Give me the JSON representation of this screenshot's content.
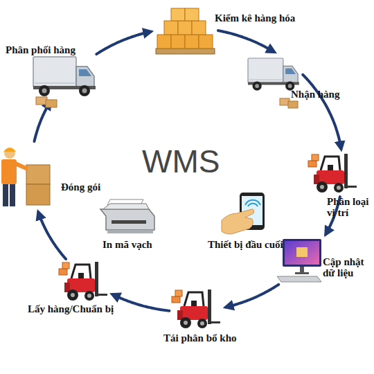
{
  "diagram": {
    "nodes": [
      {
        "text": [
          "Kiểm kê hàng hóa"
        ]
      },
      {
        "text": [
          "Nhận hàng"
        ]
      },
      {
        "text": [
          "Phân loại vị trí"
        ]
      },
      {
        "text": [
          "Cập nhật dữ liệu"
        ]
      },
      {
        "text": [
          "Tái phân bổ kho"
        ]
      },
      {
        "text": [
          "Lấy hàng/Chuẩn bị"
        ]
      },
      {
        "text": [
          "Đóng gói"
        ]
      },
      {
        "text": [
          "Phân phối hàng"
        ]
      }
    ],
    "edges": [
      {
        "from": 0,
        "to": 1,
        "arrow": "to"
      },
      {
        "from": 1,
        "to": 2,
        "arrow": "to"
      },
      {
        "from": 2,
        "to": 3,
        "arrow": "to"
      },
      {
        "from": 3,
        "to": 4,
        "arrow": "to"
      },
      {
        "from": 4,
        "to": 5,
        "arrow": "to"
      },
      {
        "from": 5,
        "to": 6,
        "arrow": "to"
      },
      {
        "from": 6,
        "to": 7,
        "arrow": "to"
      },
      {
        "from": 7,
        "to": 0,
        "arrow": "to"
      }
    ],
    "labels": [
      "WMS",
      "In mã vạch",
      "Thiết bị đầu cuối"
    ]
  }
}
